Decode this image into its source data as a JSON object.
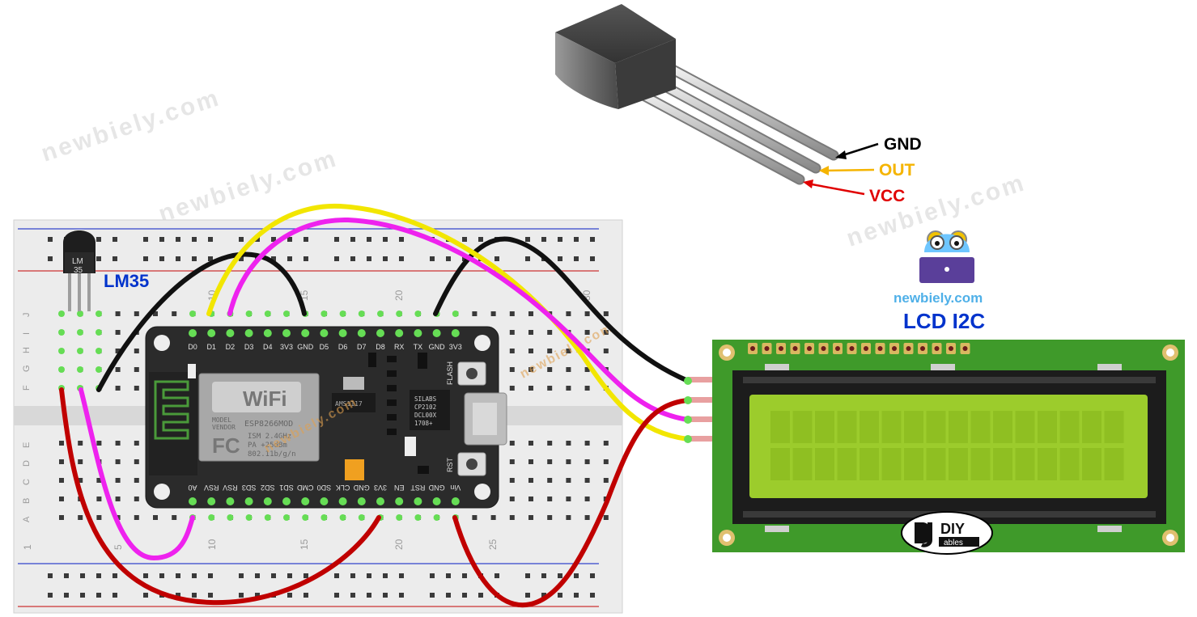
{
  "sensor_callout": {
    "pins": [
      {
        "label": "GND",
        "color": "#000000"
      },
      {
        "label": "OUT",
        "color": "#f5b400"
      },
      {
        "label": "VCC",
        "color": "#e00000"
      }
    ]
  },
  "breadboard": {
    "column_numbers": [
      "1",
      "5",
      "10",
      "15",
      "20",
      "25",
      "30"
    ],
    "row_letters_top": [
      "J",
      "I",
      "H",
      "G",
      "F"
    ],
    "row_letters_bottom": [
      "E",
      "D",
      "C",
      "B",
      "A"
    ]
  },
  "lm35": {
    "chip_text_1": "LM",
    "chip_text_2": "35",
    "label": "LM35",
    "label_color": "#0033cc"
  },
  "nodemcu": {
    "top_pins": [
      "D0",
      "D1",
      "D2",
      "D3",
      "D4",
      "3V3",
      "GND",
      "D5",
      "D6",
      "D7",
      "D8",
      "RX",
      "TX",
      "GND",
      "3V3"
    ],
    "bottom_pins": [
      "A0",
      "RSV",
      "RSV",
      "SD3",
      "SD2",
      "SD1",
      "CMD",
      "SD0",
      "CLK",
      "GND",
      "3V3",
      "EN",
      "RST",
      "GND",
      "Vin"
    ],
    "wifi_text": "WiFi",
    "module_lines": [
      "MODEL",
      "VENDOR",
      "ISM 2.4GHz",
      "PA +25dBm",
      "802.11b/g/n"
    ],
    "module_name": "ESP8266MOD",
    "fcc_text": "FC",
    "chip_lines": [
      "SILABS",
      "CP2102",
      "DCL00X",
      "1708+"
    ],
    "regulator_text": "AMS1117",
    "flash_label": "FLASH",
    "rst_label": "RST"
  },
  "logo": {
    "text": "newbiely.com"
  },
  "lcd": {
    "title": "LCD I2C",
    "title_color": "#0033cc",
    "brand_text_1": "DIY",
    "brand_text_2": "ables"
  },
  "watermarks": [
    "newbiely.com",
    "newbiely.com",
    "newbiely.com",
    "newbiely.com",
    "newbiely.com"
  ],
  "colors": {
    "wire_black": "#111111",
    "wire_yellow": "#f2e600",
    "wire_magenta": "#ee22ee",
    "wire_red": "#c00000",
    "pcb_green": "#3f9a2a",
    "lcd_screen": "#9ccc2c"
  }
}
